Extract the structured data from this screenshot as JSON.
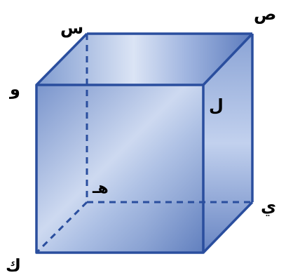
{
  "colors": {
    "edge": "#2a4e9e",
    "face_light": "#b8c9e8",
    "face_mid": "#8ea7d6",
    "face_dark": "#5d7cbc",
    "label": "#000000"
  },
  "vertex_labels": {
    "s": "س",
    "sad": "ص",
    "waw": "و",
    "lam": "ل",
    "ha": "هـ",
    "ya": "ي",
    "kaf": "ك"
  }
}
